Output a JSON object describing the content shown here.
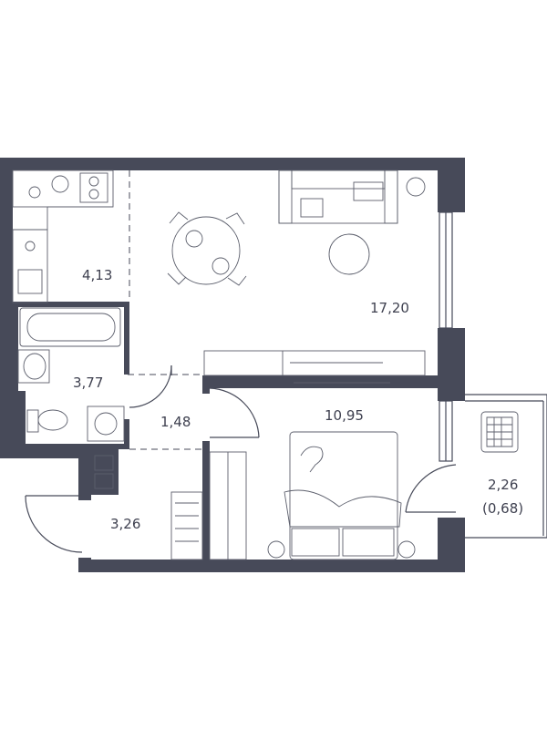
{
  "plan": {
    "rooms": [
      {
        "id": "kitchen",
        "area": "4,13"
      },
      {
        "id": "living",
        "area": "17,20"
      },
      {
        "id": "bathroom",
        "area": "3,77"
      },
      {
        "id": "corridor",
        "area": "1,48"
      },
      {
        "id": "bedroom",
        "area": "10,95"
      },
      {
        "id": "hall",
        "area": "3,26"
      },
      {
        "id": "balcony",
        "area": "2,26"
      },
      {
        "id": "balcony-reduced",
        "area": "(0,68)"
      }
    ],
    "colors": {
      "wall": "#474a59",
      "text": "#3f4150",
      "background": "#ffffff"
    }
  }
}
